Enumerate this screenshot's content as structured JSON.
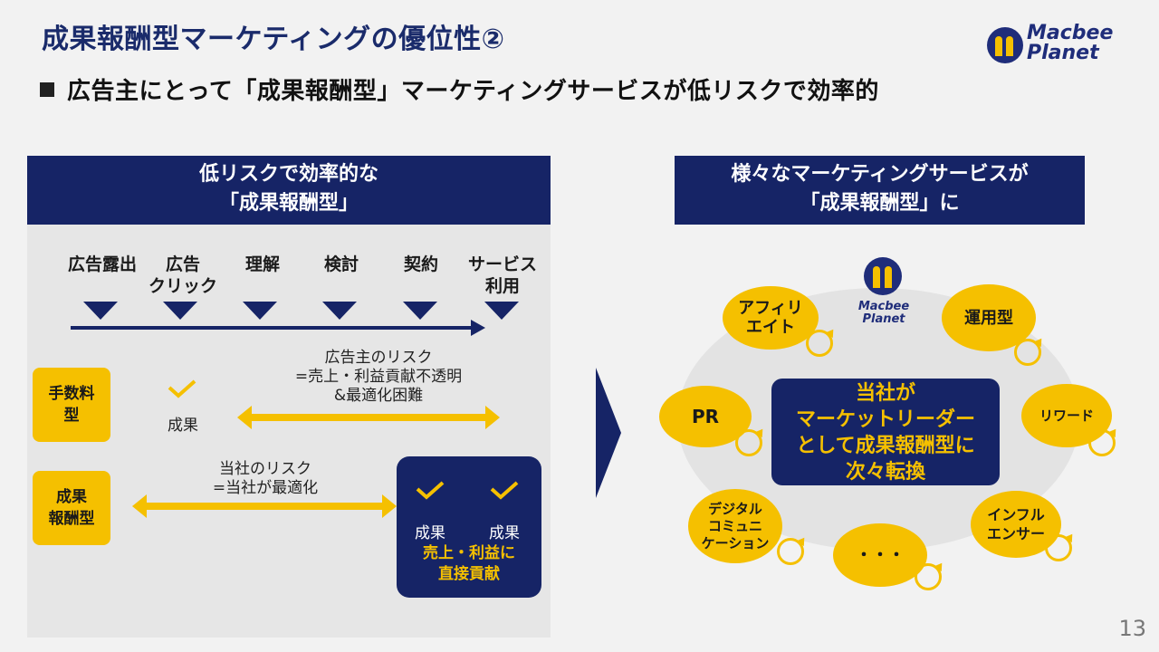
{
  "slide": {
    "title": "成果報酬型マーケティングの優位性②",
    "subtitle": "広告主にとって「成果報酬型」マーケティングサービスが低リスクで効率的",
    "page_number": "13",
    "logo": {
      "line1": "Macbee",
      "line2": "Planet"
    }
  },
  "left_panel": {
    "header_line1": "低リスクで効率的な",
    "header_line2": "「成果報酬型」",
    "steps": [
      {
        "line1": "広告露出",
        "line2": ""
      },
      {
        "line1": "広告",
        "line2": "クリック"
      },
      {
        "line1": "理解",
        "line2": ""
      },
      {
        "line1": "検討",
        "line2": ""
      },
      {
        "line1": "契約",
        "line2": ""
      },
      {
        "line1": "サービス",
        "line2": "利用"
      }
    ],
    "fee_label_line1": "手数料",
    "fee_label_line2": "型",
    "fee_result": "成果",
    "advertiser_risk_line1": "広告主のリスク",
    "advertiser_risk_line2": "=売上・利益貢献不透明",
    "advertiser_risk_line3": "&最適化困難",
    "perf_label_line1": "成果",
    "perf_label_line2": "報酬型",
    "company_risk_line1": "当社のリスク",
    "company_risk_line2": "=当社が最適化",
    "result_a": "成果",
    "result_b": "成果",
    "contribution_line1": "売上・利益に",
    "contribution_line2": "直接貢献"
  },
  "right_panel": {
    "header_line1": "様々なマーケティングサービスが",
    "header_line2": "「成果報酬型」に",
    "center_line1": "当社が",
    "center_line2": "マーケットリーダー",
    "center_line3": "として成果報酬型に",
    "center_line4": "次々転換",
    "logo_line1": "Macbee",
    "logo_line2": "Planet",
    "bubbles": {
      "affiliate_line1": "アフィリ",
      "affiliate_line2": "エイト",
      "operational": "運用型",
      "pr": "PR",
      "reward": "リワード",
      "digital_line1": "デジタル",
      "digital_line2": "コミュニ",
      "digital_line3": "ケーション",
      "influencer_line1": "インフル",
      "influencer_line2": "エンサー",
      "etc": "・・・"
    }
  },
  "colors": {
    "navy": "#162466",
    "yellow": "#f5c000",
    "panel_gray": "#e6e6e6"
  }
}
